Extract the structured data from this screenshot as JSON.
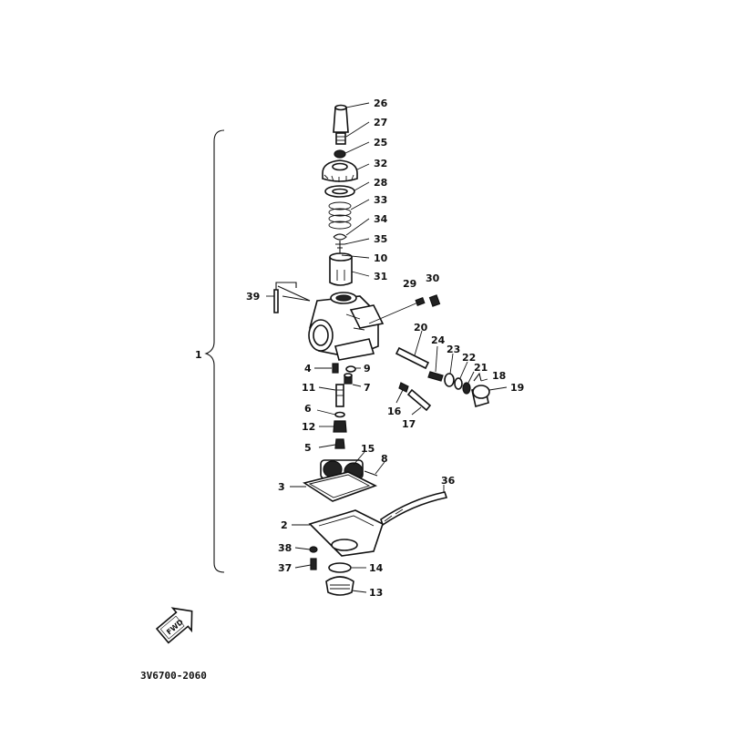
{
  "assembly_label": "1",
  "part_code": "3V6700-2060",
  "fwd_text": "FWD",
  "callouts": [
    "26",
    "27",
    "25",
    "32",
    "28",
    "33",
    "34",
    "35",
    "10",
    "31",
    "29",
    "30",
    "39",
    "20",
    "24",
    "23",
    "22",
    "21",
    "18",
    "19",
    "4",
    "9",
    "11",
    "7",
    "16",
    "17",
    "6",
    "12",
    "5",
    "15",
    "8",
    "3",
    "36",
    "2",
    "38",
    "37",
    "14",
    "13"
  ]
}
